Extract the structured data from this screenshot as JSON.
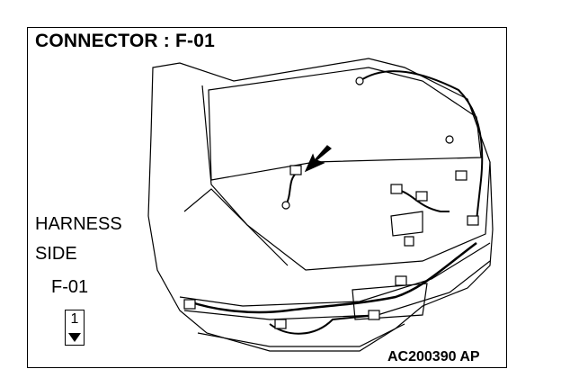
{
  "title": "CONNECTOR : F-01",
  "harness_label_line1": "HARNESS",
  "harness_label_line2": "SIDE",
  "connector_id": "F-01",
  "pin_number": "1",
  "figure_code": "AC200390 AP"
}
